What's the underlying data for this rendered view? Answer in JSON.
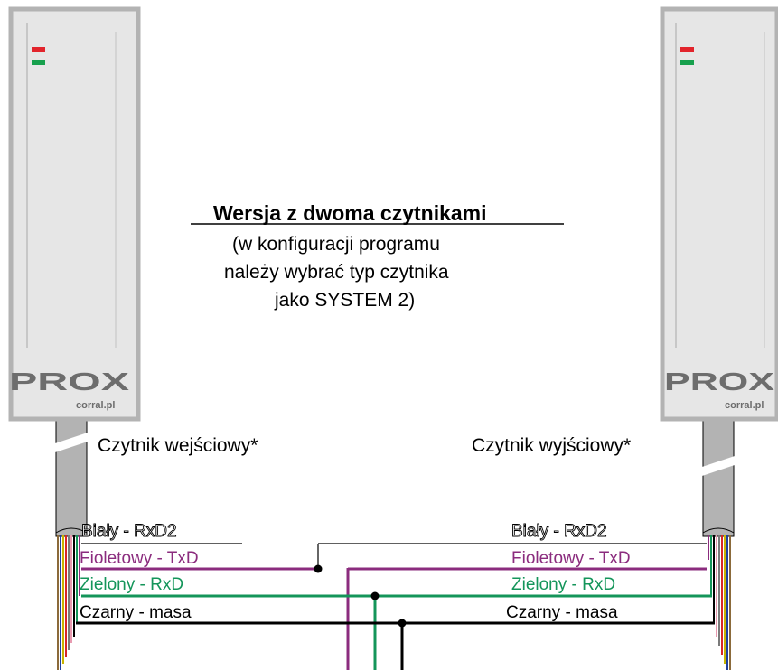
{
  "title": "Wersja z dwoma czytnikami",
  "subtitle_lines": [
    "(w konfiguracji programu",
    "należy wybrać  typ czytnika",
    "jako SYSTEM 2)"
  ],
  "readers": {
    "left": {
      "label": "Czytnik wejściowy*",
      "brand": "PROX",
      "site": "corral.pl"
    },
    "right": {
      "label": "Czytnik wyjściowy*",
      "brand": "PROX",
      "site": "corral.pl"
    }
  },
  "wires": {
    "left": {
      "white": "Biały - RxD2",
      "violet": "Fioletowy - TxD",
      "green": "Zielony - RxD",
      "black": "Czarny - masa"
    },
    "right": {
      "white": "Biały - RxD2",
      "violet": "Fioletowy - TxD",
      "green": "Zielony - RxD",
      "black": "Czarny - masa"
    }
  },
  "colors": {
    "violet": "#8b2c7e",
    "green": "#14955a",
    "black": "#000000",
    "led_red": "#e2242c",
    "led_green": "#17a04d",
    "housing": "#e6e6e6",
    "housing_edge": "#b3b3b3",
    "brand_text": "#6d6d6d"
  }
}
